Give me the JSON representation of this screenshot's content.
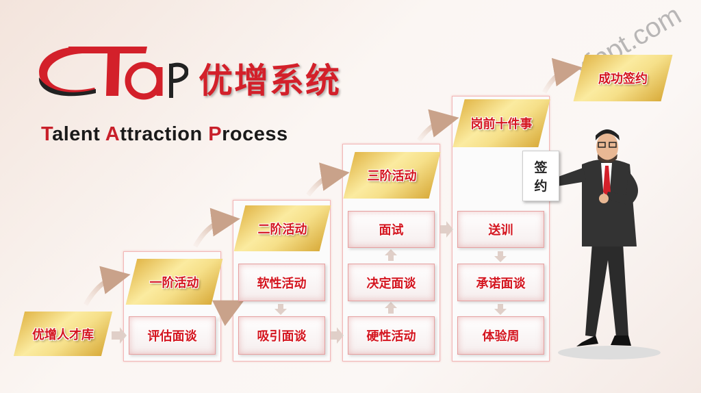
{
  "logo": {
    "letters": "TaP",
    "title": "优增系统"
  },
  "subtitle": {
    "t": "T",
    "t_rest": "alent ",
    "a": "A",
    "a_rest": "ttraction ",
    "p": "P",
    "p_rest": "rocess"
  },
  "steps": {
    "start": "优增人才库",
    "stage1": {
      "label": "一阶活动",
      "items": [
        "评估面谈"
      ]
    },
    "stage2": {
      "label": "二阶活动",
      "items": [
        "软性活动",
        "吸引面谈"
      ]
    },
    "stage3": {
      "label": "三阶活动",
      "items": [
        "面试",
        "决定面谈",
        "硬性活动"
      ]
    },
    "stage4": {
      "label": "岗前十件事",
      "items": [
        "送训",
        "承诺面谈",
        "体验周"
      ]
    },
    "final": "成功签约"
  },
  "sign": {
    "line1": "签",
    "line2": "约"
  },
  "watermark": "xfppt.com"
}
